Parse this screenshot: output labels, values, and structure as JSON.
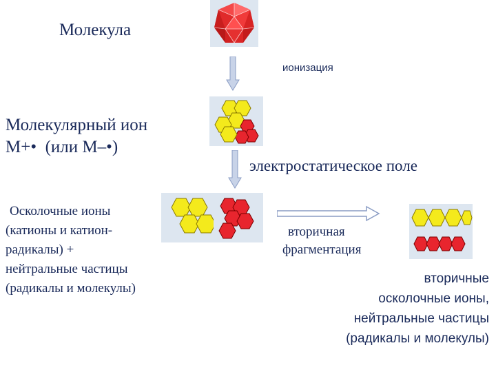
{
  "labels": {
    "molecule": "Молекула",
    "ionization": "ионизация",
    "molecular_ion_line1": "Молекулярный ион",
    "molecular_ion_line2": "М+•  (или М–•)",
    "electrostatic_field": "электростатическое поле",
    "fragment_ions": [
      "Осколочные ионы",
      "(катионы и катион-",
      "радикалы) +",
      "нейтральные частицы",
      "(радикалы и молекулы)"
    ],
    "secondary_fragmentation": [
      "вторичная",
      "фрагментация"
    ],
    "secondary_ions": [
      "вторичные",
      "осколочные ионы,",
      "нейтральные частицы",
      "(радикалы и молекулы)"
    ]
  },
  "colors": {
    "text": "#1a2a5a",
    "panel": "#dde6f0",
    "yellow_hex": "#f4ea1c",
    "red_hex": "#e8252e",
    "arrow": "#a9b8d6"
  },
  "icons": {
    "molecule": "red-icosahedron-icon",
    "molecular_ion": "hexagon-cluster-icon",
    "fragments": "hexagon-fragments-icon",
    "secondary_fragments": "hexagon-rows-icon",
    "arrows": "arrow-icon"
  }
}
